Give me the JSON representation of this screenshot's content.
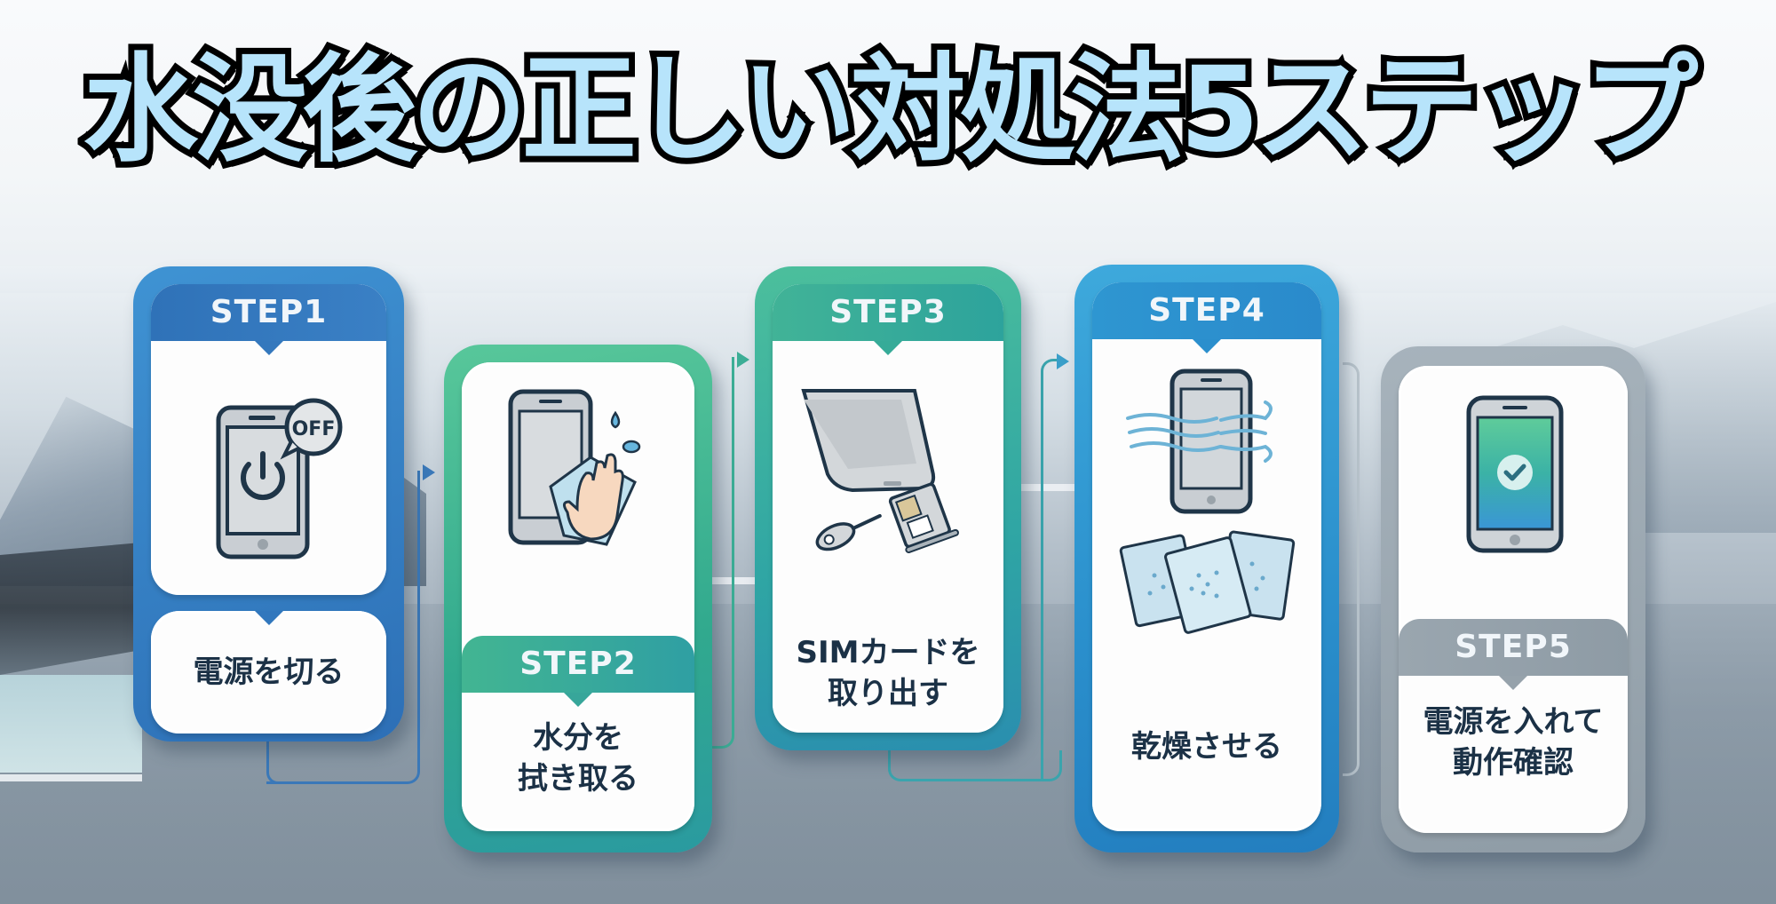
{
  "title": "水没後の正しい対処法5ステップ",
  "colors": {
    "title_fill": "#b7e4fb",
    "title_stroke": "#000000",
    "step1": "#2f74b9",
    "step2": "#3bb594",
    "step3": "#32a9a0",
    "step4": "#2b92cf",
    "step5": "#98a5ae",
    "text_dark": "#1b3146"
  },
  "steps": [
    {
      "number_label": "STEP1",
      "text_lines": [
        "電源を切る"
      ],
      "icon": "phone-power-off-icon",
      "icon_badge": "OFF"
    },
    {
      "number_label": "STEP2",
      "text_lines": [
        "水分を",
        "拭き取る"
      ],
      "icon": "phone-wipe-cloth-icon"
    },
    {
      "number_label": "STEP3",
      "text_lines": [
        "SIMカードを",
        "取り出す"
      ],
      "icon": "sim-tray-eject-icon"
    },
    {
      "number_label": "STEP4",
      "text_lines": [
        "乾燥させる"
      ],
      "icon": "phone-dry-silica-icon"
    },
    {
      "number_label": "STEP5",
      "text_lines": [
        "電源を入れて",
        "動作確認"
      ],
      "icon": "phone-check-icon"
    }
  ]
}
